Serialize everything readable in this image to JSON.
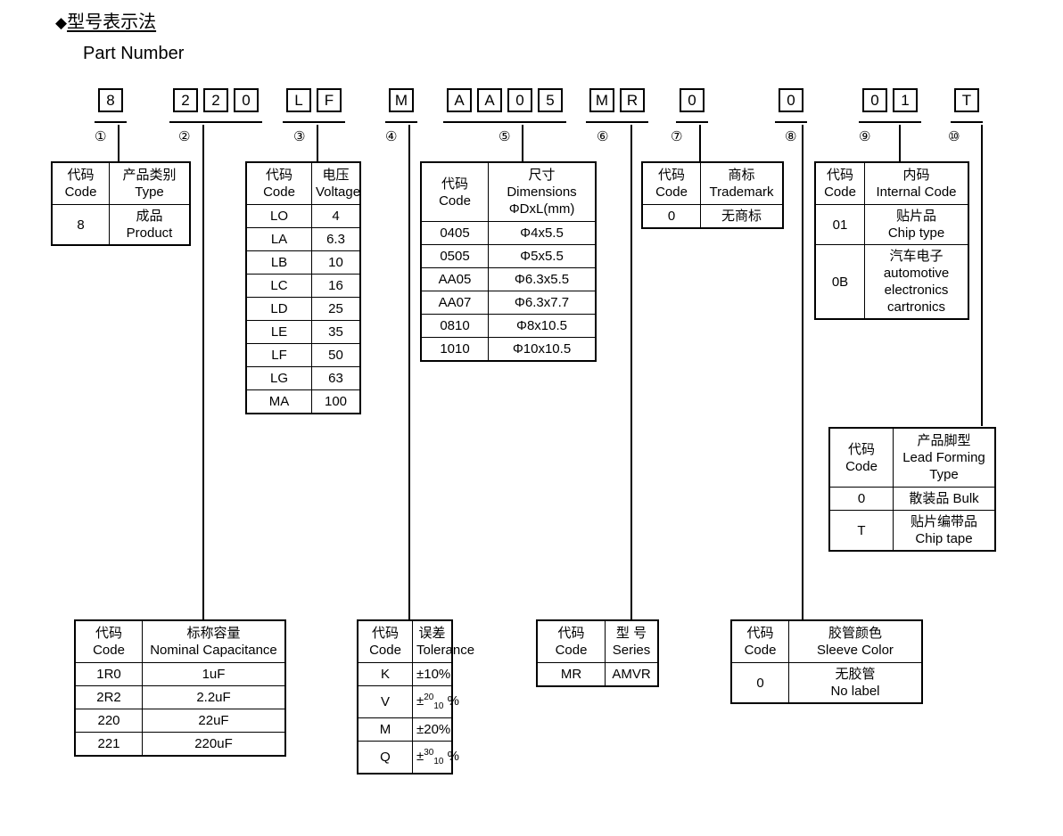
{
  "heading": {
    "bullet": "◆",
    "title_cn": "型号表示法",
    "title_en": "Part Number"
  },
  "part_number": {
    "groups": [
      {
        "marker": "①",
        "chars": [
          "8"
        ]
      },
      {
        "marker": "②",
        "chars": [
          "2",
          "2",
          "0"
        ]
      },
      {
        "marker": "③",
        "chars": [
          "L",
          "F"
        ]
      },
      {
        "marker": "④",
        "chars": [
          "M"
        ]
      },
      {
        "marker": "⑤",
        "chars": [
          "A",
          "A",
          "0",
          "5"
        ]
      },
      {
        "marker": "⑥",
        "chars": [
          "M",
          "R"
        ]
      },
      {
        "marker": "⑦",
        "chars": [
          "0"
        ]
      },
      {
        "marker": "⑧",
        "chars": [
          "0"
        ]
      },
      {
        "marker": "⑨",
        "chars": [
          "0",
          "1"
        ]
      },
      {
        "marker": "⑩",
        "chars": [
          "T"
        ]
      }
    ]
  },
  "common": {
    "code_cn": "代码",
    "code_en": "Code"
  },
  "tables": {
    "type": {
      "header_cn": "产品类别",
      "header_en": "Type",
      "rows": [
        {
          "code": "8",
          "value": "成品 Product"
        }
      ]
    },
    "voltage": {
      "header_cn": "电压",
      "header_en": "Voltage",
      "rows": [
        {
          "code": "LO",
          "value": "4"
        },
        {
          "code": "LA",
          "value": "6.3"
        },
        {
          "code": "LB",
          "value": "10"
        },
        {
          "code": "LC",
          "value": "16"
        },
        {
          "code": "LD",
          "value": "25"
        },
        {
          "code": "LE",
          "value": "35"
        },
        {
          "code": "LF",
          "value": "50"
        },
        {
          "code": "LG",
          "value": "63"
        },
        {
          "code": "MA",
          "value": "100"
        }
      ]
    },
    "dimensions": {
      "header_cn": "尺寸 Dimensions",
      "header_en": "ΦDxL(mm)",
      "rows": [
        {
          "code": "0405",
          "value": "Φ4x5.5"
        },
        {
          "code": "0505",
          "value": "Φ5x5.5"
        },
        {
          "code": "AA05",
          "value": "Φ6.3x5.5"
        },
        {
          "code": "AA07",
          "value": "Φ6.3x7.7"
        },
        {
          "code": "0810",
          "value": "Φ8x10.5"
        },
        {
          "code": "1010",
          "value": "Φ10x10.5"
        }
      ]
    },
    "trademark": {
      "header_cn": "商标",
      "header_en": "Trademark",
      "rows": [
        {
          "code": "0",
          "value": "无商标"
        }
      ]
    },
    "internal_code": {
      "header_cn": "内码",
      "header_en": "Internal Code",
      "rows": [
        {
          "code": "01",
          "lines": [
            "贴片品",
            "Chip type"
          ]
        },
        {
          "code": "0B",
          "lines": [
            "汽车电子",
            "automotive",
            "electronics",
            "cartronics"
          ]
        }
      ]
    },
    "lead_forming": {
      "header_cn": "产品脚型",
      "header_en": "Lead Forming",
      "header_en2": "Type",
      "rows": [
        {
          "code": "0",
          "lines": [
            "散装品 Bulk"
          ]
        },
        {
          "code": "T",
          "lines": [
            "贴片编带品",
            "Chip tape"
          ]
        }
      ]
    },
    "capacitance": {
      "header_cn": "标称容量",
      "header_en": "Nominal Capacitance",
      "rows": [
        {
          "code": "1R0",
          "value": "1uF"
        },
        {
          "code": "2R2",
          "value": "2.2uF"
        },
        {
          "code": "220",
          "value": "22uF"
        },
        {
          "code": "221",
          "value": "220uF"
        }
      ]
    },
    "tolerance": {
      "header_cn": "误差",
      "header_en": "Tolerance",
      "rows": [
        {
          "code": "K",
          "value": "±10%"
        },
        {
          "code": "V",
          "value": "±20/10 %",
          "sup": "20",
          "sub": "10",
          "plusminus": "±",
          "suffix": "%"
        },
        {
          "code": "M",
          "value": "±20%"
        },
        {
          "code": "Q",
          "value": "±30/10 %",
          "sup": "30",
          "sub": "10",
          "plusminus": "±",
          "suffix": "%"
        }
      ]
    },
    "series": {
      "header_cn": "型 号",
      "header_en": "Series",
      "rows": [
        {
          "code": "MR",
          "value": "AMVR"
        }
      ]
    },
    "sleeve_color": {
      "header_cn": "胶管颜色",
      "header_en": "Sleeve Color",
      "rows": [
        {
          "code": "0",
          "lines": [
            "无胶管",
            "No label"
          ]
        }
      ]
    }
  }
}
